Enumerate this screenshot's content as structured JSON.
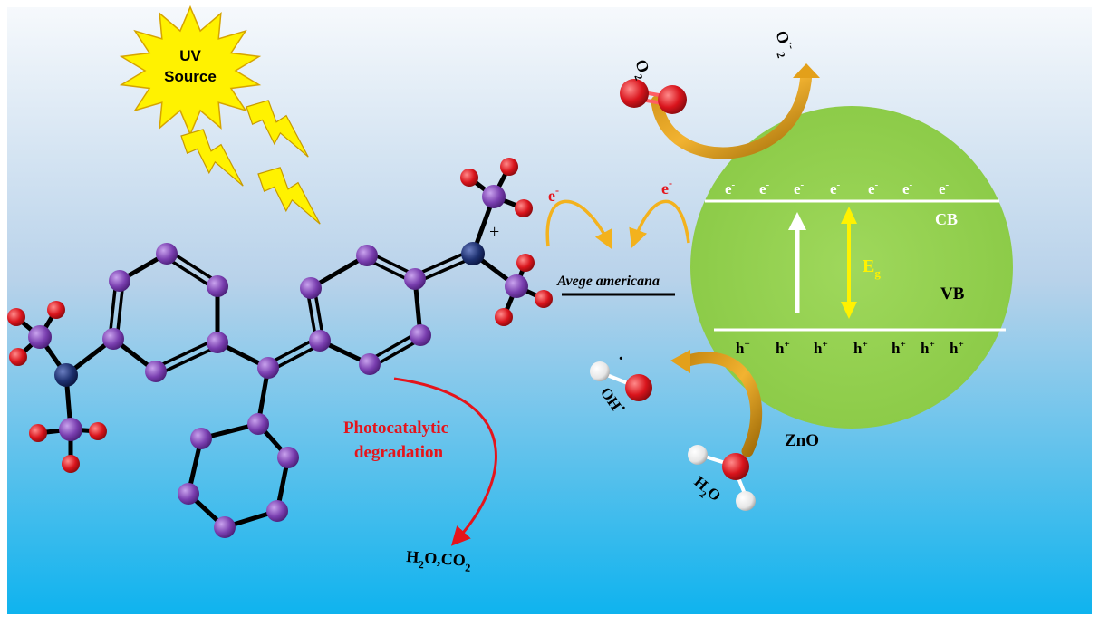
{
  "light": {
    "source_line1": "UV",
    "source_line2": "Source"
  },
  "dye": {
    "name": "Avege americana",
    "charge": "+"
  },
  "degradation": {
    "label_line1": "Photocatalytic",
    "label_line2": "degradation",
    "product_h2o": "H",
    "product_sub_a": "2",
    "product_mid": "O,CO",
    "product_sub_b": "2"
  },
  "catalyst": {
    "name": "ZnO",
    "cb": "CB",
    "vb": "VB",
    "gap_main": "E",
    "gap_sub": "g",
    "electron": "e",
    "electron_sup": "-",
    "hole": "h",
    "hole_sup": "+"
  },
  "species": {
    "o2_main": "O",
    "o2_sub": "2",
    "superoxide_main": "O",
    "superoxide_sup": "·-",
    "superoxide_sub": "2",
    "hydroxyl_main": "OH",
    "hydroxyl_dot": "·",
    "radical_dot": "·",
    "water_main": "H",
    "water_sub": "2",
    "water_end": "O"
  },
  "colors": {
    "sky_top": "#f6f9fc",
    "sky_mid": "#b8d2ea",
    "sky_bottom": "#0fb3ee",
    "carbon": "#7a3fb0",
    "nitrogen": "#1e3170",
    "oxygen": "#d9141c",
    "catalyst": "#92cf4f",
    "arrow_gold": "#e3a01a",
    "degradation_red": "#e5141b",
    "bolt_yellow": "#fff200"
  }
}
